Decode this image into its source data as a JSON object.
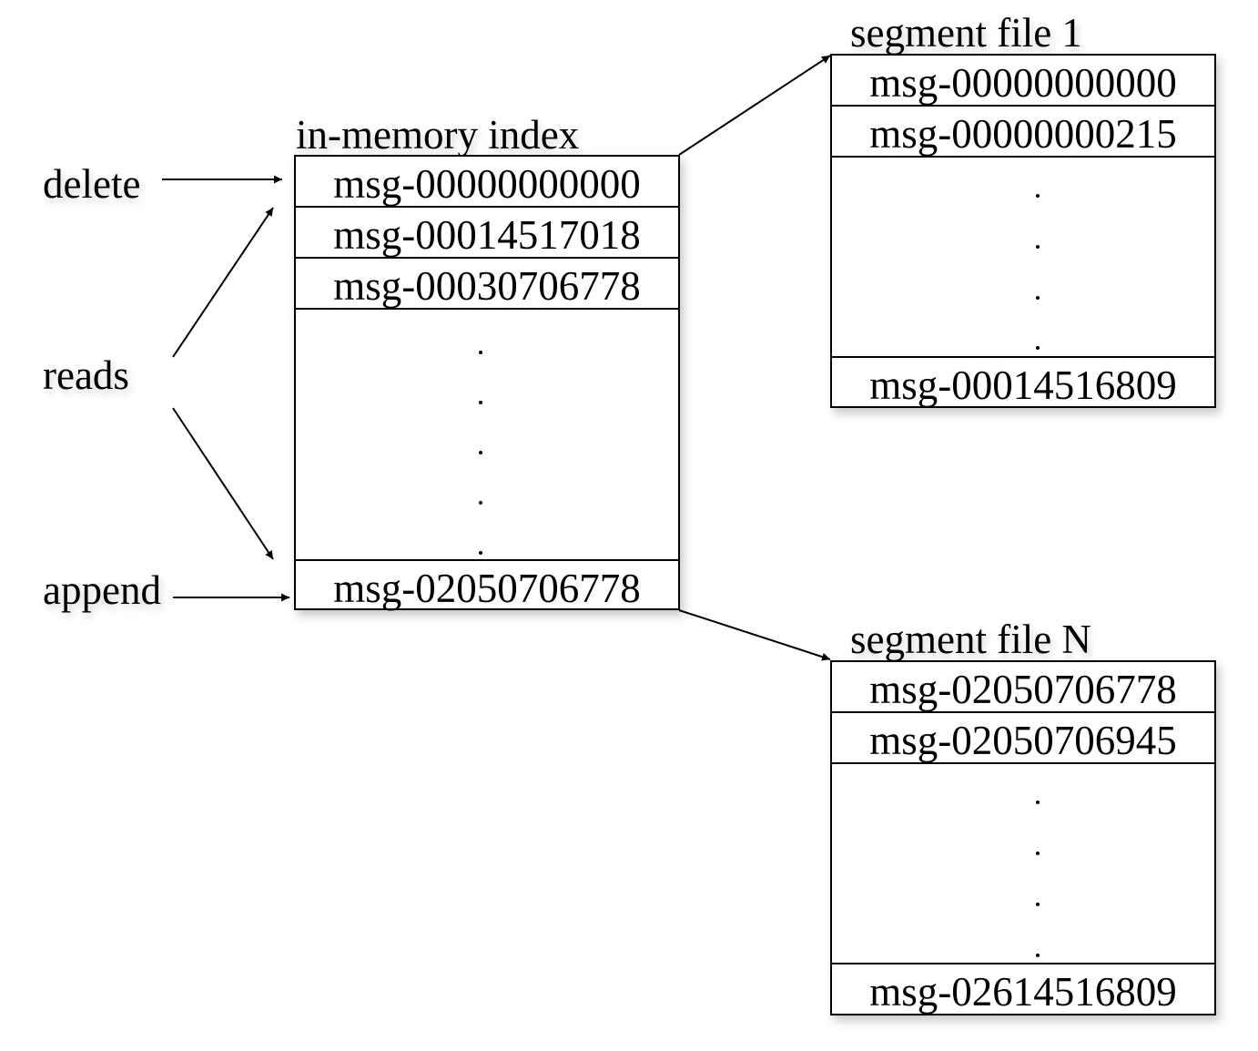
{
  "action_labels": {
    "delete": "delete",
    "reads": "reads",
    "append": "append"
  },
  "index": {
    "title": "in-memory index",
    "entries": [
      "msg-00000000000",
      "msg-00014517018",
      "msg-00030706778"
    ],
    "last_entry": "msg-02050706778"
  },
  "segment_1": {
    "title": "segment file 1",
    "entries": [
      "msg-00000000000",
      "msg-00000000215"
    ],
    "last_entry": "msg-00014516809"
  },
  "segment_n": {
    "title": "segment file N",
    "entries": [
      "msg-02050706778",
      "msg-02050706945"
    ],
    "last_entry": "msg-02614516809"
  }
}
